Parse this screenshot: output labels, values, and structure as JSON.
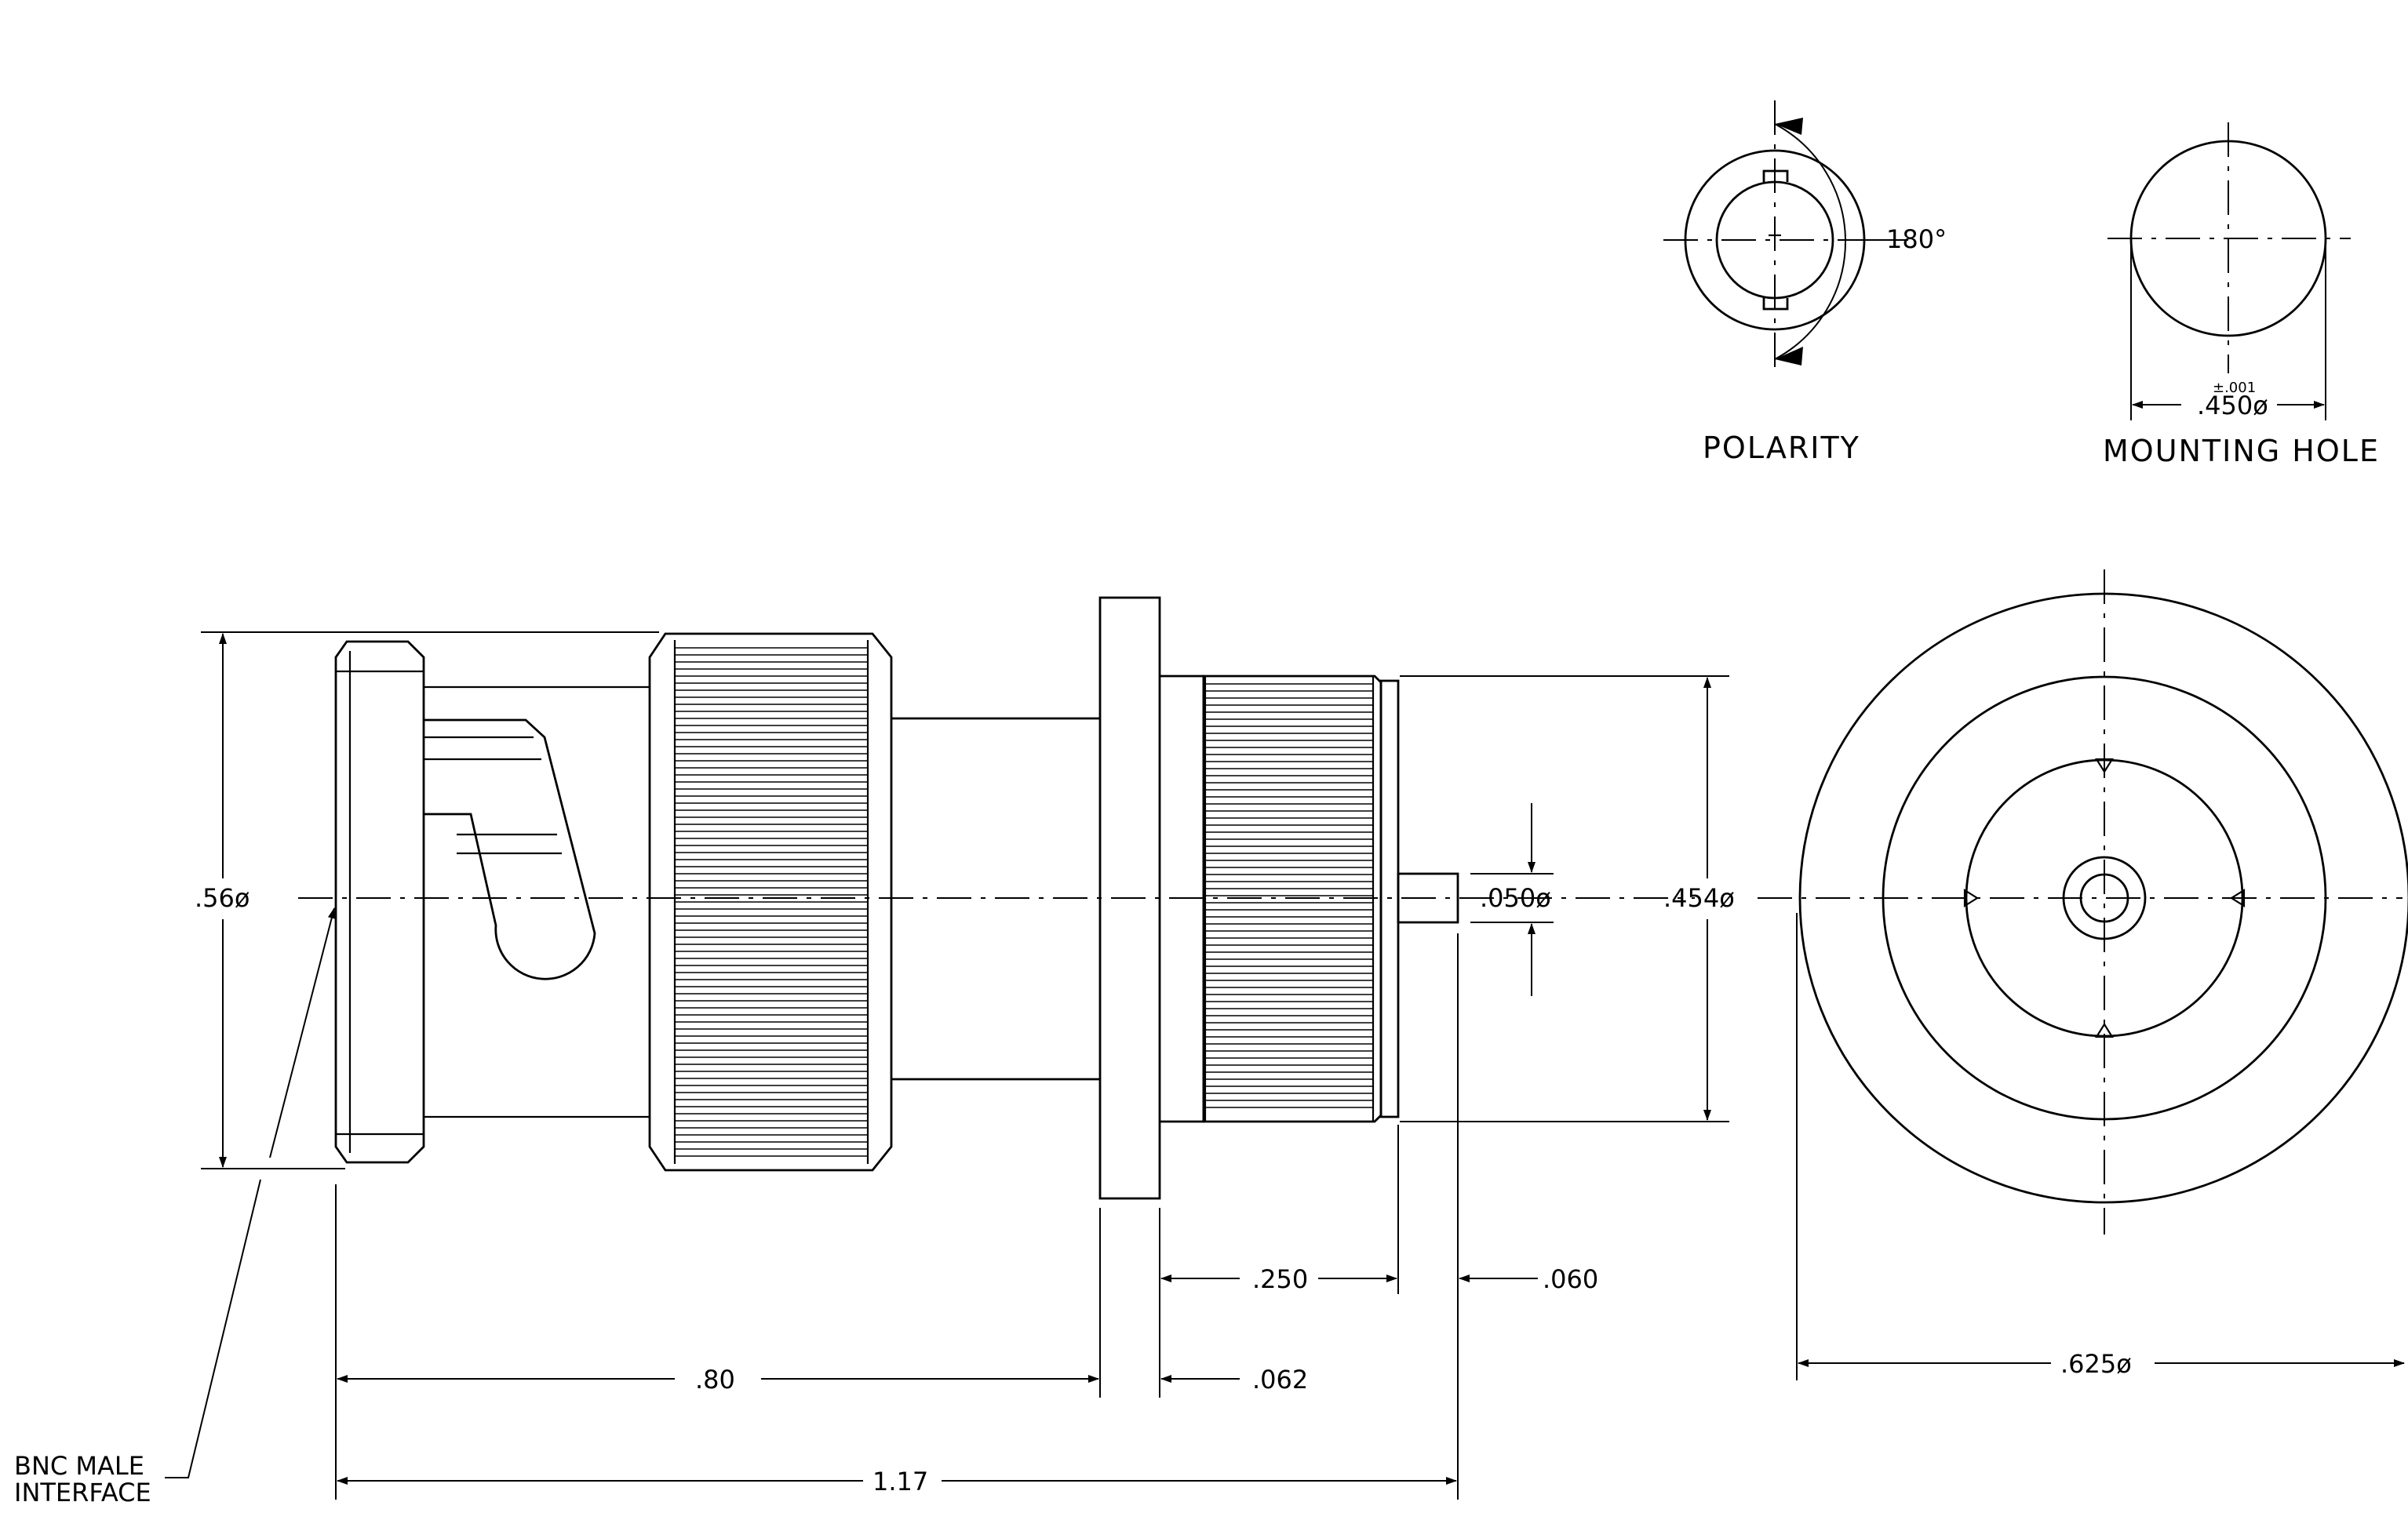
{
  "views": {
    "polarity": {
      "title": "POLARITY",
      "angle_label": "180°"
    },
    "mounting_hole": {
      "title": "MOUNTING HOLE",
      "diameter_label": ".450ø",
      "tolerance_label": "±.001"
    }
  },
  "dimensions": {
    "overall_diameter": ".56ø",
    "panel_nut_diameter": ".454ø",
    "pin_diameter": ".050ø",
    "front_diameter": ".625ø",
    "length_to_flange": ".80",
    "overall_length": "1.17",
    "flange_thickness": ".062",
    "nut_length": ".250",
    "pin_protrusion": ".060"
  },
  "callouts": {
    "interface_line1": "BNC MALE",
    "interface_line2": "INTERFACE"
  }
}
